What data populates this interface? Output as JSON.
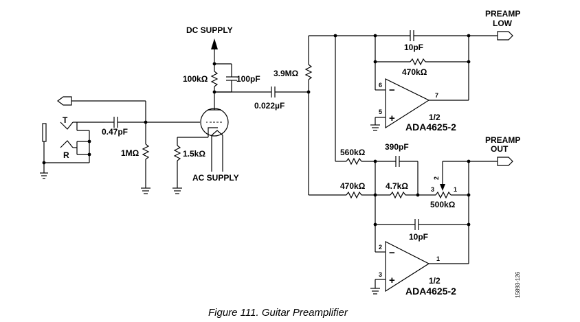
{
  "diagram": {
    "ports": {
      "dc_supply": "DC SUPPLY",
      "ac_supply": "AC SUPPLY",
      "preamp_low_line1": "PREAMP",
      "preamp_low_line2": "LOW",
      "preamp_out_line1": "PREAMP",
      "preamp_out_line2": "OUT"
    },
    "jack": {
      "tip": "T",
      "ring": "R"
    },
    "components": {
      "c_input": "0.47pF",
      "r_input": "1MΩ",
      "r_plate": "100kΩ",
      "c_plate": "100pF",
      "r_cathode": "1.5kΩ",
      "c_coupling": "0.022µF",
      "r_bias": "3.9MΩ",
      "c_fb_low": "10pF",
      "r_fb_low": "470kΩ",
      "r_in_out": "560kΩ",
      "c_tone": "390pF",
      "r_in_mid": "470kΩ",
      "r_tone": "4.7kΩ",
      "pot": "500kΩ",
      "c_fb_out": "10pF"
    },
    "opamps": [
      {
        "half": "1/2",
        "part": "ADA4625-2",
        "pin_inv": "6",
        "pin_noninv": "5",
        "pin_out": "7"
      },
      {
        "half": "1/2",
        "part": "ADA4625-2",
        "pin_inv": "2",
        "pin_noninv": "3",
        "pin_out": "1"
      }
    ],
    "pot_pins": {
      "p1": "1",
      "p2": "2",
      "p3": "3"
    },
    "signs": {
      "minus": "−",
      "plus": "+"
    },
    "doc_id": "15893-126"
  },
  "caption": "Figure 111. Guitar Preamplifier"
}
